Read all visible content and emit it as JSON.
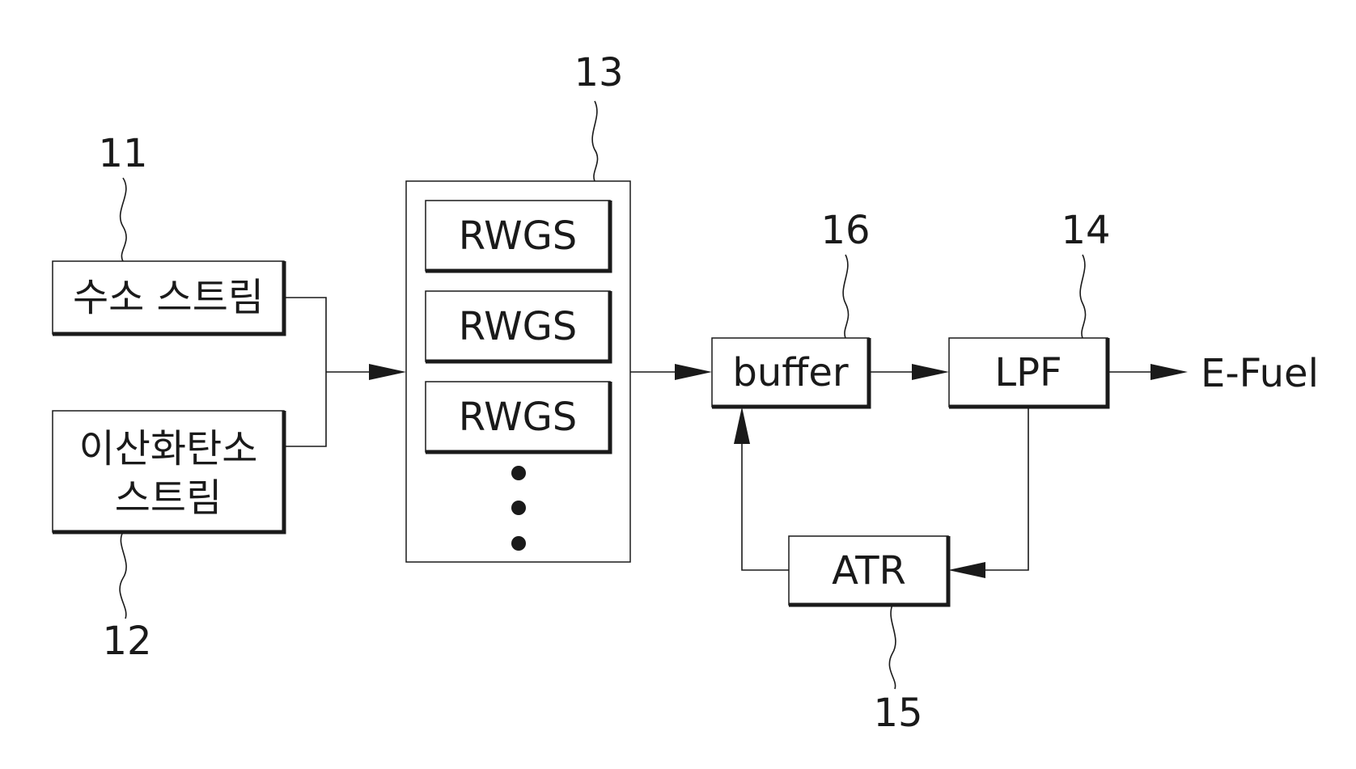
{
  "blocks": {
    "hydrogen_stream": {
      "label": "수소 스트림",
      "ref": "11"
    },
    "co2_stream": {
      "label_line1": "이산화탄소",
      "label_line2": "스트림",
      "ref": "12"
    },
    "reactor_group": {
      "ref": "13",
      "units": [
        {
          "label": "RWGS"
        },
        {
          "label": "RWGS"
        },
        {
          "label": "RWGS"
        }
      ],
      "continuation": "more units (vertical ellipsis)"
    },
    "buffer": {
      "label": "buffer",
      "ref": "16"
    },
    "lpf": {
      "label": "LPF",
      "ref": "14"
    },
    "atr": {
      "label": "ATR",
      "ref": "15"
    }
  },
  "output": {
    "label": "E-Fuel"
  },
  "icons": {
    "arrow": "arrowhead-icon",
    "ellipsis": "vertical-ellipsis-icon"
  }
}
